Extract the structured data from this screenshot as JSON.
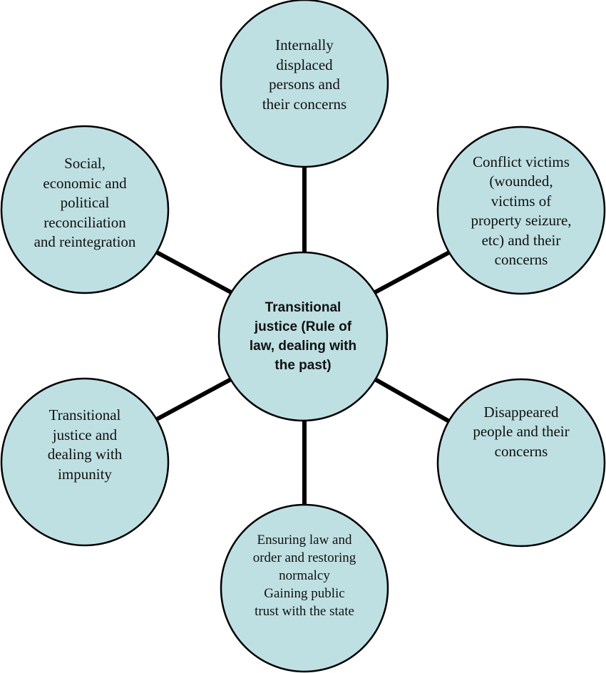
{
  "center": {
    "text": "Transitional\njustice (Rule of\nlaw, dealing with\nthe past)"
  },
  "nodes": [
    {
      "id": "idp",
      "text": "Internally\ndisplaced\npersons and\ntheir concerns"
    },
    {
      "id": "conflict-victims",
      "text": "Conflict victims\n(wounded,\nvictims of\nproperty seizure,\netc) and their\nconcerns"
    },
    {
      "id": "disappeared",
      "text": "Disappeared\npeople and their\nconcerns"
    },
    {
      "id": "law-order",
      "text": "Ensuring law and\norder and restoring\nnormalcy\nGaining public\ntrust with the state"
    },
    {
      "id": "impunity",
      "text": "Transitional\njustice and\ndealing with\nimpunity"
    },
    {
      "id": "reconciliation",
      "text": "Social,\neconomic and\npolitical\nreconciliation\nand reintegration"
    }
  ],
  "colors": {
    "circle_fill": "#bfe0e3",
    "outline": "#000000"
  }
}
